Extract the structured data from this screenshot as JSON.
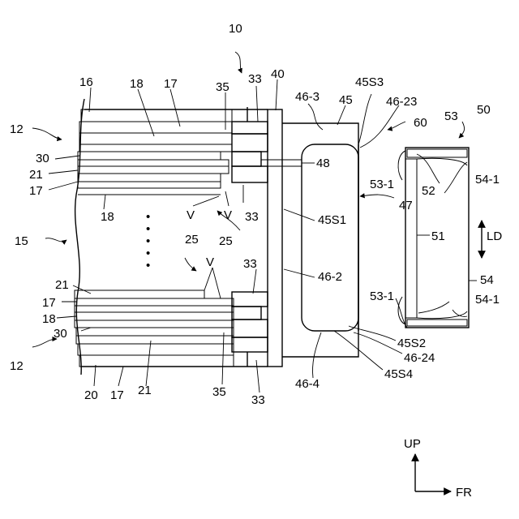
{
  "labels": {
    "l10": "10",
    "l16": "16",
    "l18_top": "18",
    "l17_top": "17",
    "l35_top": "35",
    "l33_top": "33",
    "l40": "40",
    "l46_3": "46-3",
    "l45": "45",
    "l45S3": "45S3",
    "l46_23": "46-23",
    "l60": "60",
    "l53": "53",
    "l50": "50",
    "l12_top": "12",
    "l30_top": "30",
    "l21_top": "21",
    "l17_mid": "17",
    "l48": "48",
    "l53_1_top": "53-1",
    "l52": "52",
    "l54_1_top": "54-1",
    "l47": "47",
    "l18_mid": "18",
    "lV1": "V",
    "lV2": "V",
    "l33_mid": "33",
    "l25_mid": "25",
    "l45S1": "45S1",
    "l15": "15",
    "l25_low": "25",
    "lV3": "V",
    "l51": "51",
    "lLD": "LD",
    "l33_low": "33",
    "l46_2": "46-2",
    "l54": "54",
    "l21_low": "21",
    "l17_low": "17",
    "l18_low": "18",
    "l30_low": "30",
    "l12_low": "12",
    "l53_1_low": "53-1",
    "l54_1_low": "54-1",
    "l45S2": "45S2",
    "l46_24": "46-24",
    "l45S4": "45S4",
    "l46_4": "46-4",
    "l20": "20",
    "l17_bot": "17",
    "l21_bot": "21",
    "l35_bot": "35",
    "l33_bot": "33",
    "dot": "•",
    "up": "UP",
    "fr": "FR"
  },
  "colors": {
    "line": "#000000",
    "background": "#ffffff"
  }
}
